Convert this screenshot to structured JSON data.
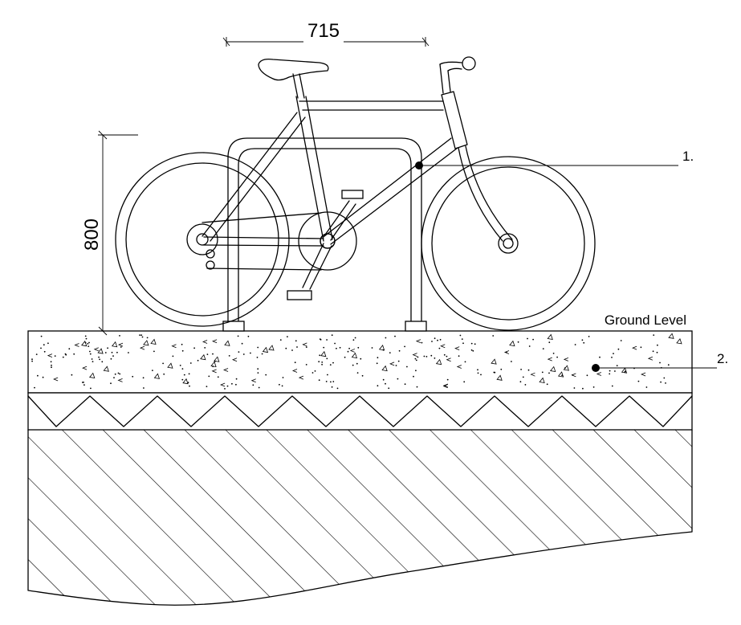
{
  "dimensions": {
    "width_label": "715",
    "height_label": "800"
  },
  "labels": {
    "ground_level": "Ground Level"
  },
  "callouts": [
    {
      "id": "1",
      "text": "1."
    },
    {
      "id": "2",
      "text": "2."
    }
  ]
}
